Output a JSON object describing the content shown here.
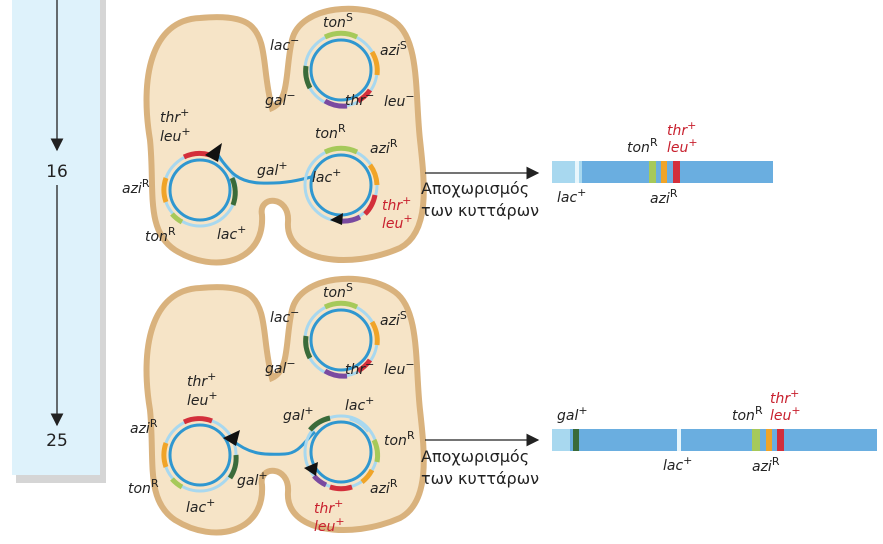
{
  "timeline": {
    "marks": [
      "16",
      "25"
    ]
  },
  "caption": {
    "line1": "Αποχωρισμός",
    "line2": "των κυττάρων"
  },
  "genes": {
    "tonS": "ton",
    "tonS_sup": "S",
    "aziS": "azi",
    "aziS_sup": "S",
    "lac_minus": "lac",
    "lac_minus_sup": "−",
    "gal_minus": "gal",
    "gal_minus_sup": "−",
    "thr_minus": "thr",
    "thr_minus_sup": "−",
    "leu_minus": "leu",
    "leu_minus_sup": "−",
    "thr_plus": "thr",
    "thr_plus_sup": "+",
    "leu_plus": "leu",
    "leu_plus_sup": "+",
    "aziR": "azi",
    "aziR_sup": "R",
    "tonR": "ton",
    "tonR_sup": "R",
    "lac_plus": "lac",
    "lac_plus_sup": "+",
    "gal_plus": "gal",
    "gal_plus_sup": "+"
  },
  "colors": {
    "cell_fill": "#f6e4c7",
    "cell_edge": "#d9b27d",
    "timeline_bg": "#def2fb",
    "dna_blue": "#2f97d0",
    "dna_light": "#a8d8ef",
    "orange": "#f0a428",
    "red": "#d32f3b",
    "green": "#3a6b3a",
    "lime": "#a6c95a",
    "purple": "#7a4aa0",
    "bar_blue": "#6aaee0"
  }
}
